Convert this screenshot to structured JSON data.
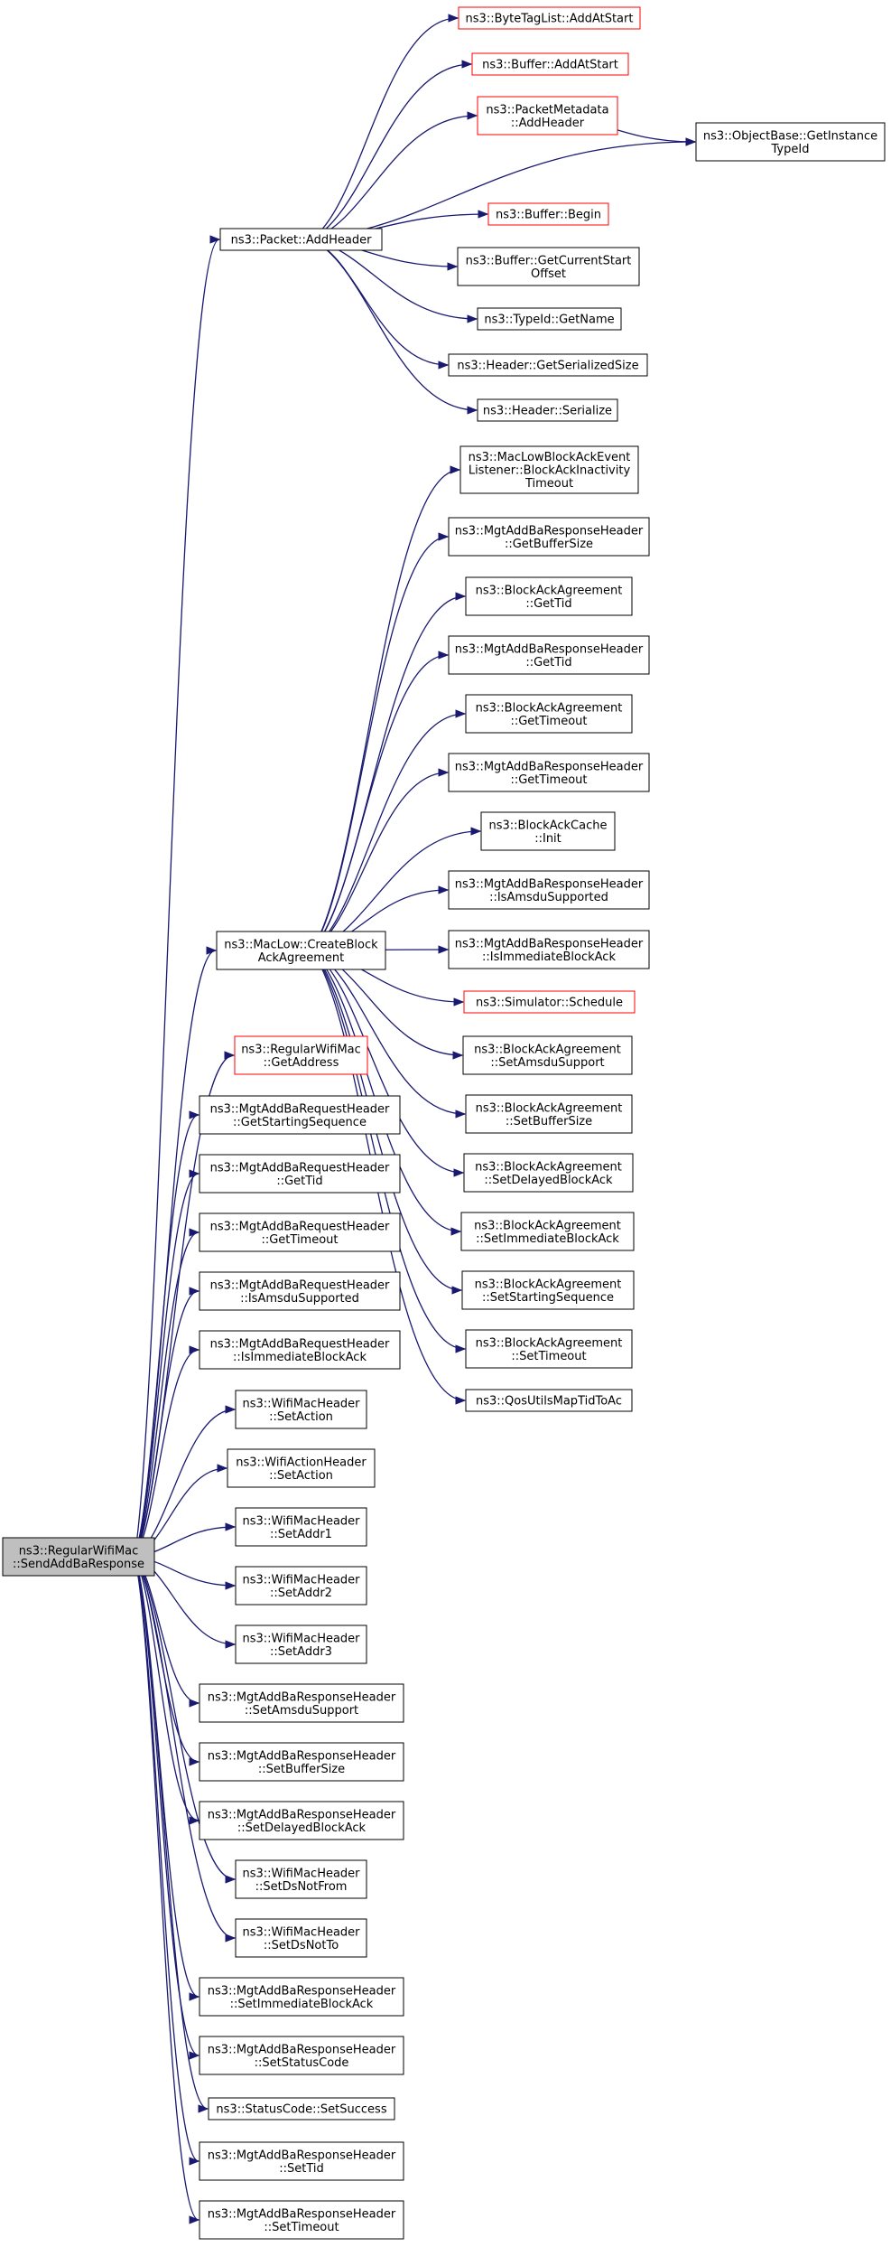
{
  "graph": {
    "root": {
      "lines": [
        "ns3::RegularWifiMac",
        "::SendAddBaResponse"
      ]
    },
    "nodes": [
      {
        "id": "bytetaglist-addatstart",
        "lines": [
          "ns3::ByteTagList::AddAtStart"
        ],
        "link": true
      },
      {
        "id": "buffer-addatstart",
        "lines": [
          "ns3::Buffer::AddAtStart"
        ],
        "link": true
      },
      {
        "id": "packetmetadata-addheader",
        "lines": [
          "ns3::PacketMetadata",
          "::AddHeader"
        ],
        "link": true
      },
      {
        "id": "objectbase-getinstancetypeid",
        "lines": [
          "ns3::ObjectBase::GetInstance",
          "TypeId"
        ],
        "link": false
      },
      {
        "id": "packet-addheader",
        "lines": [
          "ns3::Packet::AddHeader"
        ],
        "link": false
      },
      {
        "id": "buffer-begin",
        "lines": [
          "ns3::Buffer::Begin"
        ],
        "link": true
      },
      {
        "id": "buffer-getcurrentstartoffset",
        "lines": [
          "ns3::Buffer::GetCurrentStart",
          "Offset"
        ],
        "link": false
      },
      {
        "id": "typeid-getname",
        "lines": [
          "ns3::TypeId::GetName"
        ],
        "link": false
      },
      {
        "id": "header-getserializedsize",
        "lines": [
          "ns3::Header::GetSerializedSize"
        ],
        "link": false
      },
      {
        "id": "header-serialize",
        "lines": [
          "ns3::Header::Serialize"
        ],
        "link": false
      },
      {
        "id": "maclowblockackeventlistener-blockackinactivitytimeout",
        "lines": [
          "ns3::MacLowBlockAckEvent",
          "Listener::BlockAckInactivity",
          "Timeout"
        ],
        "link": false
      },
      {
        "id": "mgtaddbaresponseheader-getbuffersize",
        "lines": [
          "ns3::MgtAddBaResponseHeader",
          "::GetBufferSize"
        ],
        "link": false
      },
      {
        "id": "blockackagreement-gettid",
        "lines": [
          "ns3::BlockAckAgreement",
          "::GetTid"
        ],
        "link": false
      },
      {
        "id": "mgtaddbaresponseheader-gettid",
        "lines": [
          "ns3::MgtAddBaResponseHeader",
          "::GetTid"
        ],
        "link": false
      },
      {
        "id": "blockackagreement-gettimeout",
        "lines": [
          "ns3::BlockAckAgreement",
          "::GetTimeout"
        ],
        "link": false
      },
      {
        "id": "mgtaddbaresponseheader-gettimeout",
        "lines": [
          "ns3::MgtAddBaResponseHeader",
          "::GetTimeout"
        ],
        "link": false
      },
      {
        "id": "blockackcache-init",
        "lines": [
          "ns3::BlockAckCache",
          "::Init"
        ],
        "link": false
      },
      {
        "id": "mgtaddbaresponseheader-isamsdusupported",
        "lines": [
          "ns3::MgtAddBaResponseHeader",
          "::IsAmsduSupported"
        ],
        "link": false
      },
      {
        "id": "maclow-createblockackagreement",
        "lines": [
          "ns3::MacLow::CreateBlock",
          "AckAgreement"
        ],
        "link": false
      },
      {
        "id": "mgtaddbaresponseheader-isimmediateblockack",
        "lines": [
          "ns3::MgtAddBaResponseHeader",
          "::IsImmediateBlockAck"
        ],
        "link": false
      },
      {
        "id": "simulator-schedule",
        "lines": [
          "ns3::Simulator::Schedule"
        ],
        "link": true
      },
      {
        "id": "regularwifimac-getaddress",
        "lines": [
          "ns3::RegularWifiMac",
          "::GetAddress"
        ],
        "link": true
      },
      {
        "id": "blockackagreement-setamsdusupport",
        "lines": [
          "ns3::BlockAckAgreement",
          "::SetAmsduSupport"
        ],
        "link": false
      },
      {
        "id": "mgtaddbarequestheader-getstartingsequence",
        "lines": [
          "ns3::MgtAddBaRequestHeader",
          "::GetStartingSequence"
        ],
        "link": false
      },
      {
        "id": "blockackagreement-setbuffersize",
        "lines": [
          "ns3::BlockAckAgreement",
          "::SetBufferSize"
        ],
        "link": false
      },
      {
        "id": "mgtaddbarequestheader-gettid",
        "lines": [
          "ns3::MgtAddBaRequestHeader",
          "::GetTid"
        ],
        "link": false
      },
      {
        "id": "blockackagreement-setdelayedblockack",
        "lines": [
          "ns3::BlockAckAgreement",
          "::SetDelayedBlockAck"
        ],
        "link": false
      },
      {
        "id": "mgtaddbarequestheader-gettimeout",
        "lines": [
          "ns3::MgtAddBaRequestHeader",
          "::GetTimeout"
        ],
        "link": false
      },
      {
        "id": "blockackagreement-setimmediateblockack",
        "lines": [
          "ns3::BlockAckAgreement",
          "::SetImmediateBlockAck"
        ],
        "link": false
      },
      {
        "id": "mgtaddbarequestheader-isamsdusupported",
        "lines": [
          "ns3::MgtAddBaRequestHeader",
          "::IsAmsduSupported"
        ],
        "link": false
      },
      {
        "id": "blockackagreement-setstartingsequence",
        "lines": [
          "ns3::BlockAckAgreement",
          "::SetStartingSequence"
        ],
        "link": false
      },
      {
        "id": "mgtaddbarequestheader-isimmediateblockack",
        "lines": [
          "ns3::MgtAddBaRequestHeader",
          "::IsImmediateBlockAck"
        ],
        "link": false
      },
      {
        "id": "blockackagreement-settimeout",
        "lines": [
          "ns3::BlockAckAgreement",
          "::SetTimeout"
        ],
        "link": false
      },
      {
        "id": "wifimacheader-setaction",
        "lines": [
          "ns3::WifiMacHeader",
          "::SetAction"
        ],
        "link": false
      },
      {
        "id": "qosutilsmaptidtoac",
        "lines": [
          "ns3::QosUtilsMapTidToAc"
        ],
        "link": false
      },
      {
        "id": "wifiactionheader-setaction",
        "lines": [
          "ns3::WifiActionHeader",
          "::SetAction"
        ],
        "link": false
      },
      {
        "id": "wifimacheader-setaddr1",
        "lines": [
          "ns3::WifiMacHeader",
          "::SetAddr1"
        ],
        "link": false
      },
      {
        "id": "wifimacheader-setaddr2",
        "lines": [
          "ns3::WifiMacHeader",
          "::SetAddr2"
        ],
        "link": false
      },
      {
        "id": "wifimacheader-setaddr3",
        "lines": [
          "ns3::WifiMacHeader",
          "::SetAddr3"
        ],
        "link": false
      },
      {
        "id": "mgtaddbaresponseheader-setamsdusupport",
        "lines": [
          "ns3::MgtAddBaResponseHeader",
          "::SetAmsduSupport"
        ],
        "link": false
      },
      {
        "id": "mgtaddbaresponseheader-setbuffersize",
        "lines": [
          "ns3::MgtAddBaResponseHeader",
          "::SetBufferSize"
        ],
        "link": false
      },
      {
        "id": "mgtaddbaresponseheader-setdelayedblockack",
        "lines": [
          "ns3::MgtAddBaResponseHeader",
          "::SetDelayedBlockAck"
        ],
        "link": false
      },
      {
        "id": "wifimacheader-setdsnotfrom",
        "lines": [
          "ns3::WifiMacHeader",
          "::SetDsNotFrom"
        ],
        "link": false
      },
      {
        "id": "wifimacheader-setdsnotto",
        "lines": [
          "ns3::WifiMacHeader",
          "::SetDsNotTo"
        ],
        "link": false
      },
      {
        "id": "mgtaddbaresponseheader-setimmediateblockack",
        "lines": [
          "ns3::MgtAddBaResponseHeader",
          "::SetImmediateBlockAck"
        ],
        "link": false
      },
      {
        "id": "mgtaddbaresponseheader-setstatuscode",
        "lines": [
          "ns3::MgtAddBaResponseHeader",
          "::SetStatusCode"
        ],
        "link": false
      },
      {
        "id": "statuscode-setsuccess",
        "lines": [
          "ns3::StatusCode::SetSuccess"
        ],
        "link": false
      },
      {
        "id": "mgtaddbaresponseheader-settid",
        "lines": [
          "ns3::MgtAddBaResponseHeader",
          "::SetTid"
        ],
        "link": false
      },
      {
        "id": "mgtaddbaresponseheader-settimeout",
        "lines": [
          "ns3::MgtAddBaResponseHeader",
          "::SetTimeout"
        ],
        "link": false
      }
    ],
    "edges": [
      [
        "root",
        "packet-addheader"
      ],
      [
        "root",
        "maclow-createblockackagreement"
      ],
      [
        "root",
        "regularwifimac-getaddress"
      ],
      [
        "root",
        "mgtaddbarequestheader-getstartingsequence"
      ],
      [
        "root",
        "mgtaddbarequestheader-gettid"
      ],
      [
        "root",
        "mgtaddbarequestheader-gettimeout"
      ],
      [
        "root",
        "mgtaddbarequestheader-isamsdusupported"
      ],
      [
        "root",
        "mgtaddbarequestheader-isimmediateblockack"
      ],
      [
        "root",
        "wifimacheader-setaction"
      ],
      [
        "root",
        "wifiactionheader-setaction"
      ],
      [
        "root",
        "wifimacheader-setaddr1"
      ],
      [
        "root",
        "wifimacheader-setaddr2"
      ],
      [
        "root",
        "wifimacheader-setaddr3"
      ],
      [
        "root",
        "mgtaddbaresponseheader-setamsdusupport"
      ],
      [
        "root",
        "mgtaddbaresponseheader-setbuffersize"
      ],
      [
        "root",
        "mgtaddbaresponseheader-setdelayedblockack"
      ],
      [
        "root",
        "wifimacheader-setdsnotfrom"
      ],
      [
        "root",
        "wifimacheader-setdsnotto"
      ],
      [
        "root",
        "mgtaddbaresponseheader-setimmediateblockack"
      ],
      [
        "root",
        "mgtaddbaresponseheader-setstatuscode"
      ],
      [
        "root",
        "statuscode-setsuccess"
      ],
      [
        "root",
        "mgtaddbaresponseheader-settid"
      ],
      [
        "root",
        "mgtaddbaresponseheader-settimeout"
      ],
      [
        "packet-addheader",
        "bytetaglist-addatstart"
      ],
      [
        "packet-addheader",
        "buffer-addatstart"
      ],
      [
        "packet-addheader",
        "packetmetadata-addheader"
      ],
      [
        "packet-addheader",
        "objectbase-getinstancetypeid"
      ],
      [
        "packet-addheader",
        "buffer-begin"
      ],
      [
        "packet-addheader",
        "buffer-getcurrentstartoffset"
      ],
      [
        "packet-addheader",
        "typeid-getname"
      ],
      [
        "packet-addheader",
        "header-getserializedsize"
      ],
      [
        "packet-addheader",
        "header-serialize"
      ],
      [
        "packetmetadata-addheader",
        "objectbase-getinstancetypeid"
      ],
      [
        "maclow-createblockackagreement",
        "maclowblockackeventlistener-blockackinactivitytimeout"
      ],
      [
        "maclow-createblockackagreement",
        "mgtaddbaresponseheader-getbuffersize"
      ],
      [
        "maclow-createblockackagreement",
        "blockackagreement-gettid"
      ],
      [
        "maclow-createblockackagreement",
        "mgtaddbaresponseheader-gettid"
      ],
      [
        "maclow-createblockackagreement",
        "blockackagreement-gettimeout"
      ],
      [
        "maclow-createblockackagreement",
        "mgtaddbaresponseheader-gettimeout"
      ],
      [
        "maclow-createblockackagreement",
        "blockackcache-init"
      ],
      [
        "maclow-createblockackagreement",
        "mgtaddbaresponseheader-isamsdusupported"
      ],
      [
        "maclow-createblockackagreement",
        "mgtaddbaresponseheader-isimmediateblockack"
      ],
      [
        "maclow-createblockackagreement",
        "simulator-schedule"
      ],
      [
        "maclow-createblockackagreement",
        "blockackagreement-setamsdusupport"
      ],
      [
        "maclow-createblockackagreement",
        "blockackagreement-setbuffersize"
      ],
      [
        "maclow-createblockackagreement",
        "blockackagreement-setdelayedblockack"
      ],
      [
        "maclow-createblockackagreement",
        "blockackagreement-setimmediateblockack"
      ],
      [
        "maclow-createblockackagreement",
        "blockackagreement-setstartingsequence"
      ],
      [
        "maclow-createblockackagreement",
        "blockackagreement-settimeout"
      ],
      [
        "maclow-createblockackagreement",
        "qosutilsmaptidtoac"
      ]
    ]
  },
  "colors": {
    "edge": "#191970",
    "node_border": "#000000",
    "link_node_border": "#ff0000",
    "root_fill": "#bfbfbf",
    "node_fill": "#ffffff",
    "text": "#000000"
  }
}
